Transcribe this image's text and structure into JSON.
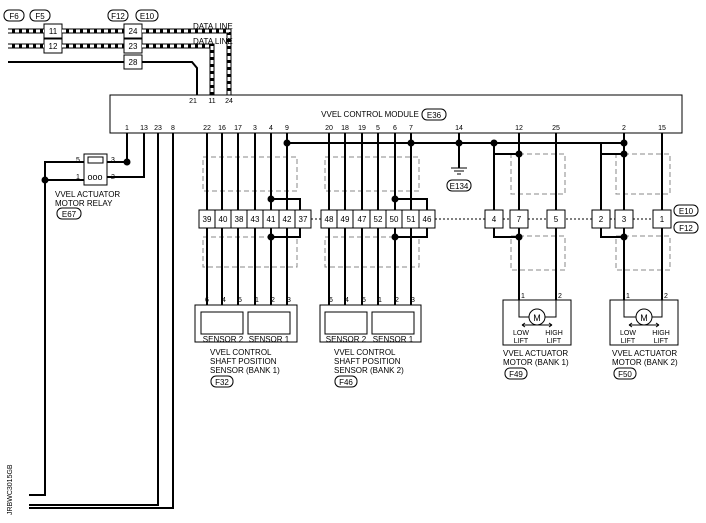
{
  "connectors_top": {
    "f6": "F6",
    "f5": "F5",
    "f12": "F12",
    "e10": "E10",
    "pin11": "11",
    "pin12": "12",
    "pin24": "24",
    "pin23": "23",
    "pin28": "28"
  },
  "data_line_1": "DATA LINE",
  "data_line_2": "DATA LINE",
  "module": {
    "title": "VVEL CONTROL MODULE",
    "connector": "E36",
    "top_pins": [
      "21",
      "11",
      "24"
    ],
    "bottom_pins": [
      "1",
      "13",
      "23",
      "8",
      "22",
      "16",
      "17",
      "3",
      "4",
      "9",
      "20",
      "18",
      "19",
      "5",
      "6",
      "7",
      "14",
      "12",
      "25",
      "2",
      "15"
    ]
  },
  "relay": {
    "pins": [
      "5",
      "3",
      "1",
      "2"
    ],
    "label_line1": "VVEL ACTUATOR",
    "label_line2": "MOTOR RELAY",
    "connector": "E67"
  },
  "ground": {
    "connector": "E134"
  },
  "joint_connectors": {
    "group1": [
      "39",
      "40",
      "38",
      "43",
      "41",
      "42",
      "37"
    ],
    "group2": [
      "48",
      "49",
      "47",
      "52",
      "50",
      "51",
      "46"
    ],
    "group3": [
      "4",
      "7",
      "5"
    ],
    "group4": [
      "2",
      "3",
      "1"
    ],
    "label_e10": "E10",
    "label_f12": "F12"
  },
  "sensor_bank1": {
    "pins": [
      "6",
      "4",
      "5",
      "1",
      "2",
      "3"
    ],
    "sensor_left": "SENSOR 2",
    "sensor_right": "SENSOR 1",
    "label_line1": "VVEL CONTROL",
    "label_line2": "SHAFT POSITION",
    "label_line3": "SENSOR (BANK 1)",
    "connector": "F32"
  },
  "sensor_bank2": {
    "pins": [
      "6",
      "4",
      "5",
      "1",
      "2",
      "3"
    ],
    "sensor_left": "SENSOR 2",
    "sensor_right": "SENSOR 1",
    "label_line1": "VVEL CONTROL",
    "label_line2": "SHAFT POSITION",
    "label_line3": "SENSOR (BANK 2)",
    "connector": "F46"
  },
  "motor_bank1": {
    "pins": [
      "1",
      "2"
    ],
    "symbol": "M",
    "low": "LOW",
    "low2": "LIFT",
    "high": "HIGH",
    "high2": "LIFT",
    "label_line1": "VVEL ACTUATOR",
    "label_line2": "MOTOR (BANK 1)",
    "connector": "F49"
  },
  "motor_bank2": {
    "pins": [
      "1",
      "2"
    ],
    "symbol": "M",
    "low": "LOW",
    "low2": "LIFT",
    "high": "HIGH",
    "high2": "LIFT",
    "label_line1": "VVEL ACTUATOR",
    "label_line2": "MOTOR (BANK 2)",
    "connector": "F50"
  },
  "figure_code": "JRBWC3015GB"
}
